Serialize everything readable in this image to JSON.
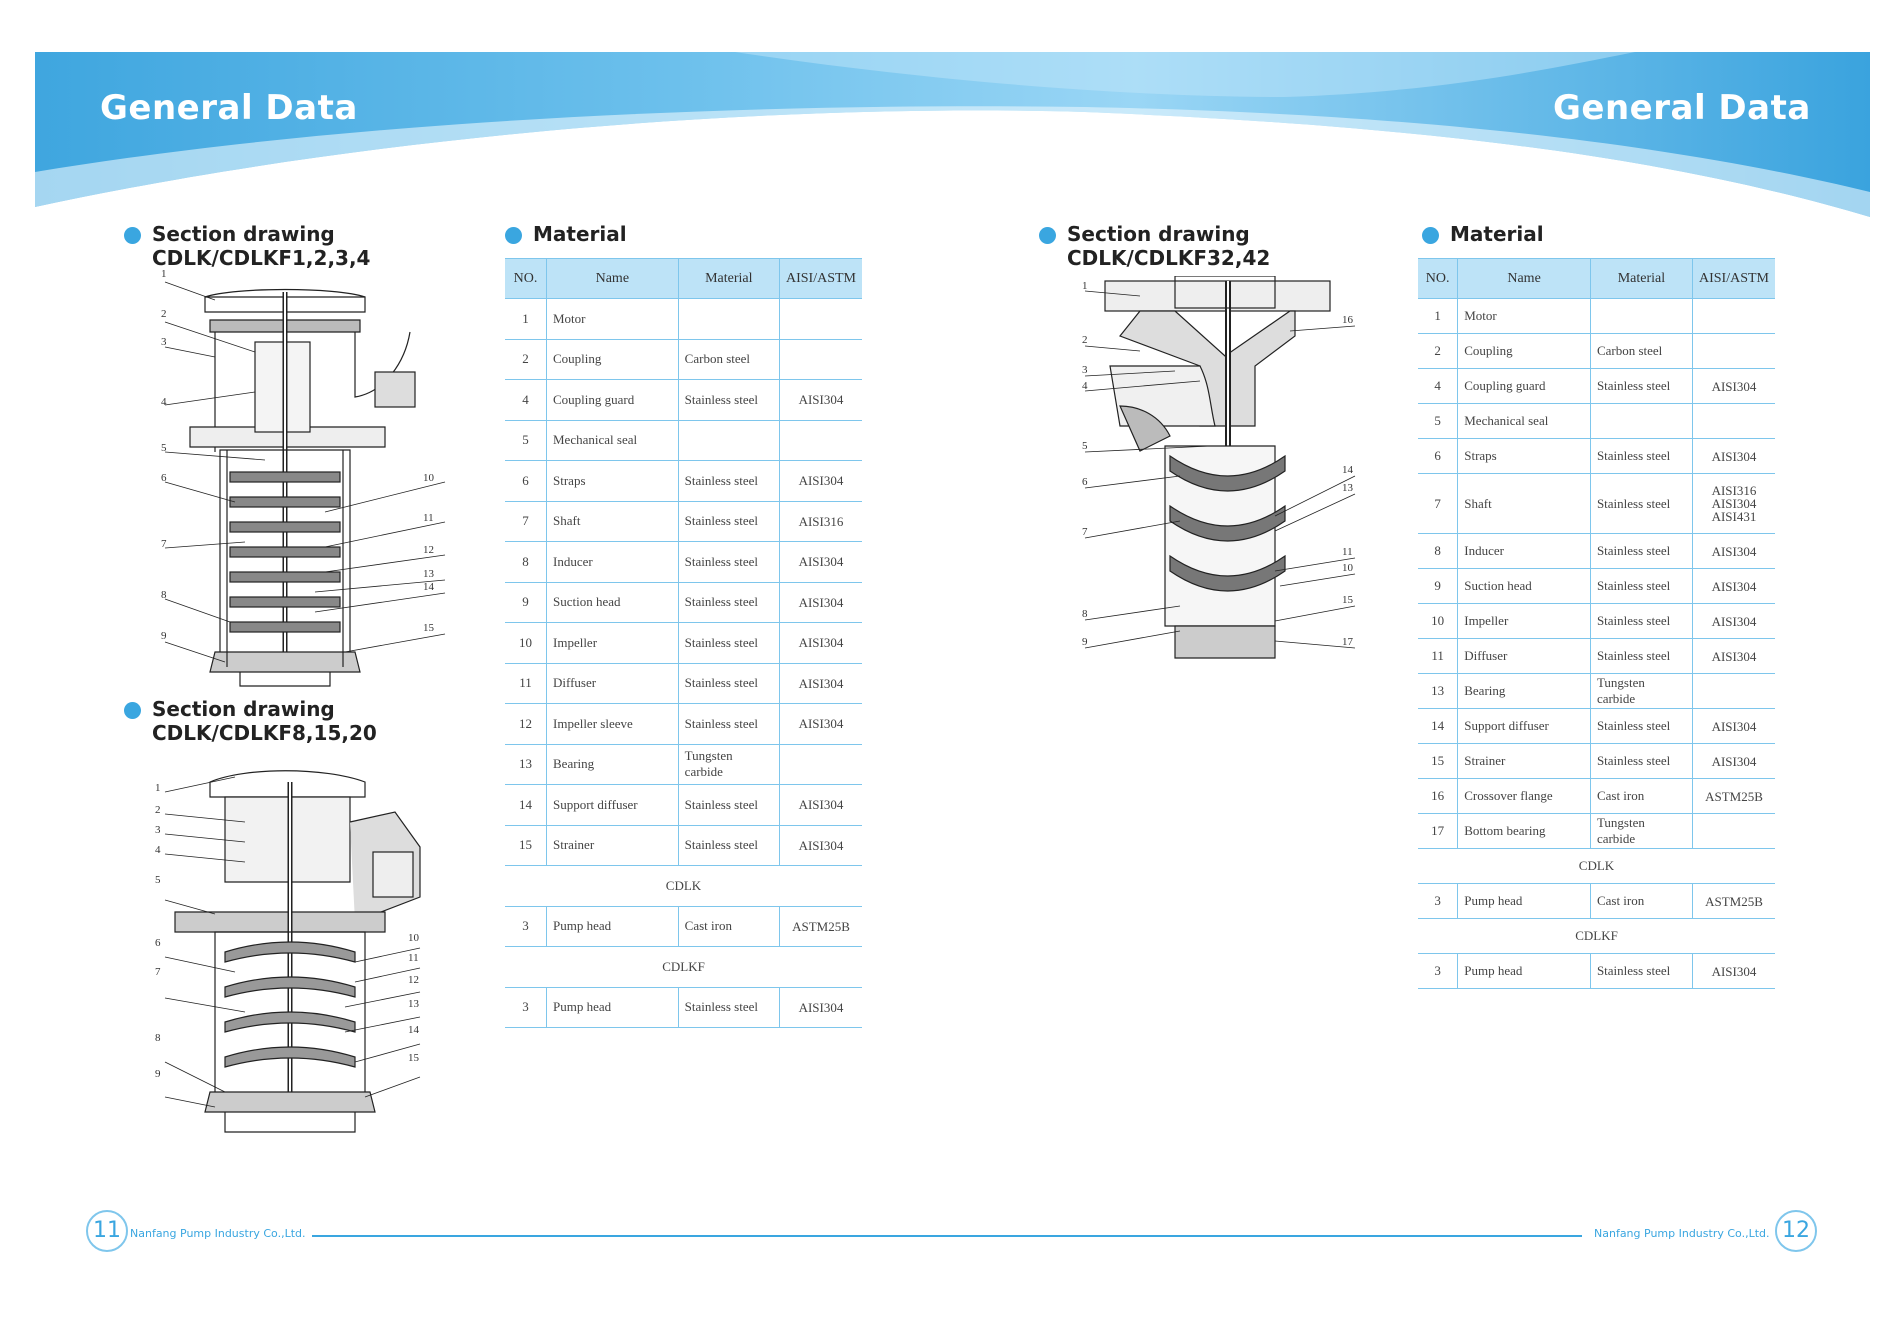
{
  "header": {
    "left_title": "General Data",
    "right_title": "General Data"
  },
  "left_page": {
    "section1": {
      "title": "Section drawing",
      "model": "CDLK/CDLKF1,2,3,4"
    },
    "section2": {
      "title": "Section drawing",
      "model": "CDLK/CDLKF8,15,20"
    },
    "material_title": "Material",
    "table": {
      "headers": [
        "NO.",
        "Name",
        "Material",
        "AISI/ASTM"
      ],
      "rows": [
        [
          "1",
          "Motor",
          "",
          ""
        ],
        [
          "2",
          "Coupling",
          "Carbon steel",
          ""
        ],
        [
          "4",
          "Coupling guard",
          "Stainless steel",
          "AISI304"
        ],
        [
          "5",
          "Mechanical seal",
          "",
          ""
        ],
        [
          "6",
          "Straps",
          "Stainless steel",
          "AISI304"
        ],
        [
          "7",
          "Shaft",
          "Stainless steel",
          "AISI316"
        ],
        [
          "8",
          "Inducer",
          "Stainless steel",
          "AISI304"
        ],
        [
          "9",
          "Suction head",
          "Stainless steel",
          "AISI304"
        ],
        [
          "10",
          "Impeller",
          "Stainless steel",
          "AISI304"
        ],
        [
          "11",
          "Diffuser",
          "Stainless steel",
          "AISI304"
        ],
        [
          "12",
          "Impeller sleeve",
          "Stainless steel",
          "AISI304"
        ],
        [
          "13",
          "Bearing",
          "Tungsten carbide",
          ""
        ],
        [
          "14",
          "Support diffuser",
          "Stainless steel",
          "AISI304"
        ],
        [
          "15",
          "Strainer",
          "Stainless steel",
          "AISI304"
        ]
      ],
      "group1": "CDLK",
      "group1_row": [
        "3",
        "Pump head",
        "Cast iron",
        "ASTM25B"
      ],
      "group2": "CDLKF",
      "group2_row": [
        "3",
        "Pump head",
        "Stainless steel",
        "AISI304"
      ]
    },
    "drawing1_labels": [
      "1",
      "2",
      "3",
      "4",
      "5",
      "6",
      "7",
      "8",
      "9",
      "10",
      "11",
      "12",
      "13",
      "14",
      "15"
    ],
    "drawing2_labels": [
      "1",
      "2",
      "3",
      "4",
      "5",
      "6",
      "7",
      "8",
      "9",
      "10",
      "11",
      "12",
      "13",
      "14",
      "15"
    ]
  },
  "right_page": {
    "section": {
      "title": "Section drawing",
      "model": "CDLK/CDLKF32,42"
    },
    "material_title": "Material",
    "table": {
      "headers": [
        "NO.",
        "Name",
        "Material",
        "AISI/ASTM"
      ],
      "rows": [
        [
          "1",
          "Motor",
          "",
          ""
        ],
        [
          "2",
          "Coupling",
          "Carbon steel",
          ""
        ],
        [
          "4",
          "Coupling guard",
          "Stainless steel",
          "AISI304"
        ],
        [
          "5",
          "Mechanical seal",
          "",
          ""
        ],
        [
          "6",
          "Straps",
          "Stainless steel",
          "AISI304"
        ],
        [
          "7",
          "Shaft",
          "Stainless steel",
          "AISI316\nAISI304\nAISI431"
        ],
        [
          "8",
          "Inducer",
          "Stainless steel",
          "AISI304"
        ],
        [
          "9",
          "Suction head",
          "Stainless steel",
          "AISI304"
        ],
        [
          "10",
          "Impeller",
          "Stainless steel",
          "AISI304"
        ],
        [
          "11",
          "Diffuser",
          "Stainless steel",
          "AISI304"
        ],
        [
          "13",
          "Bearing",
          "Tungsten carbide",
          ""
        ],
        [
          "14",
          "Support diffuser",
          "Stainless steel",
          "AISI304"
        ],
        [
          "15",
          "Strainer",
          "Stainless steel",
          "AISI304"
        ],
        [
          "16",
          "Crossover flange",
          "Cast iron",
          "ASTM25B"
        ],
        [
          "17",
          "Bottom bearing",
          "Tungsten carbide",
          ""
        ]
      ],
      "group1": "CDLK",
      "group1_row": [
        "3",
        "Pump head",
        "Cast iron",
        "ASTM25B"
      ],
      "group2": "CDLKF",
      "group2_row": [
        "3",
        "Pump head",
        "Stainless steel",
        "AISI304"
      ]
    },
    "drawing_labels": [
      "1",
      "2",
      "3",
      "4",
      "5",
      "6",
      "7",
      "8",
      "9",
      "10",
      "11",
      "13",
      "14",
      "15",
      "16",
      "17"
    ]
  },
  "footer": {
    "left_page_number": "11",
    "right_page_number": "12",
    "left_company": "Nanfang Pump Industry Co.,Ltd.",
    "right_company": "Nanfang Pump Industry Co.,Ltd."
  },
  "colors": {
    "accent": "#3aa6e0",
    "table_header": "#bde3f7",
    "table_line": "#7ec6ec"
  }
}
